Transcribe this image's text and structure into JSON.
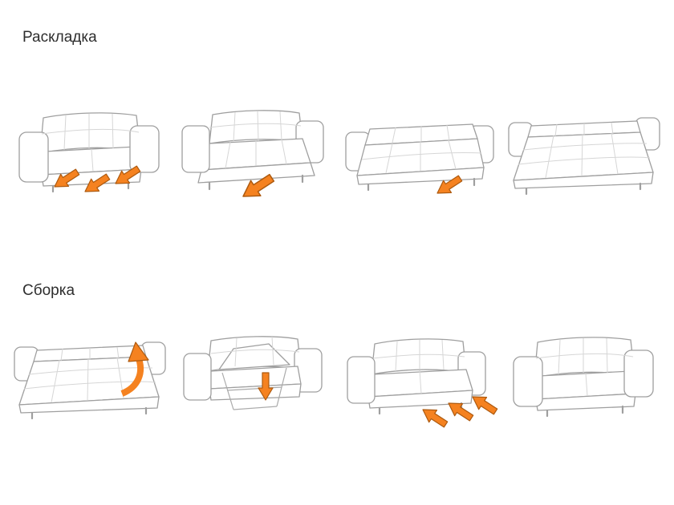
{
  "page": {
    "background": "#ffffff"
  },
  "colors": {
    "arrow_fill": "#F58220",
    "arrow_outline": "#AD5A0F",
    "line": "#9f9f9f"
  },
  "sections": {
    "unfold": {
      "title": "Раскладка",
      "steps": [
        "sofa-upright-pull-out",
        "sofa-seat-extended",
        "sofa-backrest-lowered",
        "sofa-fully-flat"
      ]
    },
    "fold": {
      "title": "Сборка",
      "steps": [
        "bed-flat-lift-up",
        "bed-panel-folding-down",
        "seat-push-in",
        "sofa-assembled"
      ]
    }
  }
}
